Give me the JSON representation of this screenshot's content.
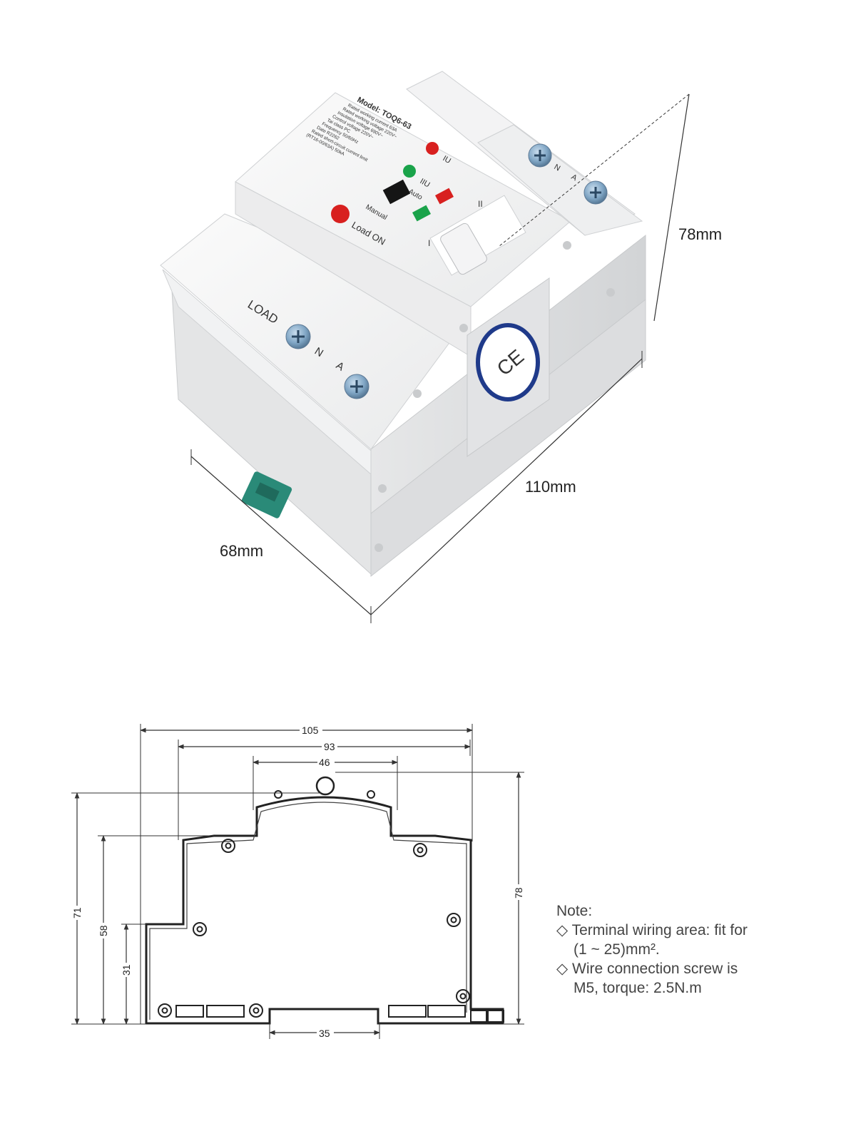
{
  "product_view": {
    "dimension_labels": {
      "height": "78mm",
      "length": "110mm",
      "width": "68mm"
    },
    "front_panel": {
      "model": "Model: TOQ6-63",
      "spec_lines": [
        "Rated working current   63A",
        "Rated working voltage   220V~",
        "Insulation voltage      690V~",
        "Control voltage         220V~",
        "Tai class               PC",
        "Frequency               50/60Hz",
        "Date                    R2262",
        "Rated short-circuit current limit",
        "(RT16-00/63A)           50kA"
      ],
      "indicators": {
        "source_1": "IU",
        "source_2": "IIU",
        "auto": "Auto",
        "manual": "Manual",
        "load_on": "Load ON"
      },
      "switch_marks": {
        "position_1": "I",
        "position_2": "II"
      },
      "load_terminal_label": "LOAD",
      "load_terminals": [
        "N",
        "A"
      ],
      "top_terminals": [
        "N",
        "A"
      ],
      "cert_mark": "CE",
      "colors": {
        "housing": "#eceded",
        "led_red": "#d8201f",
        "led_green": "#1aa34a",
        "din_clip": "#2a8a78",
        "cert_ring": "#1f3a8a"
      }
    }
  },
  "drawing": {
    "horizontal_dims": [
      "105",
      "93",
      "46",
      "35"
    ],
    "vertical_dims": [
      "71",
      "58",
      "31",
      "78"
    ]
  },
  "note": {
    "title": "Note:",
    "items": [
      {
        "bullet": "◇",
        "line1": "Terminal wiring area: fit for",
        "line2": "(1 ~ 25)mm²."
      },
      {
        "bullet": "◇",
        "line1": "Wire connection screw is",
        "line2": "M5, torque: 2.5N.m"
      }
    ]
  }
}
